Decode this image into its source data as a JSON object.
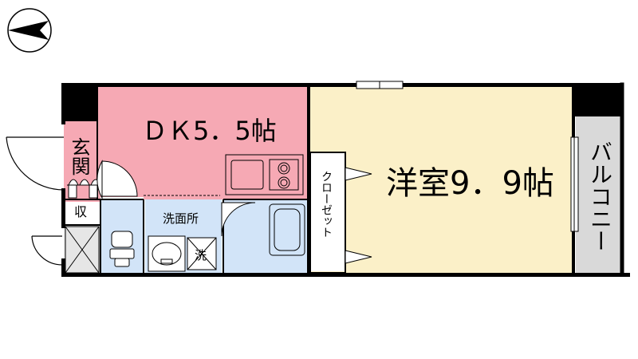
{
  "rooms": {
    "dk": {
      "label": "ＤＫ5．5帖",
      "color": "#f6a9b4"
    },
    "western": {
      "label": "洋室9．9帖",
      "color": "#fbf0c8"
    },
    "entrance": {
      "label": "玄関"
    },
    "storage": {
      "label": "収"
    },
    "washroom": {
      "label": "洗面所",
      "color": "#d2e4f8"
    },
    "washer": {
      "label": "洗"
    },
    "closet": {
      "label": "クローゼット"
    },
    "balcony": {
      "label": "バルコニー",
      "color": "#d9d9d9"
    }
  },
  "compass": {
    "icon": "north-arrow-icon"
  },
  "colors": {
    "wall": "#000000",
    "bath": "#d2e4f8",
    "shoe_box": "#e6e6e6"
  }
}
